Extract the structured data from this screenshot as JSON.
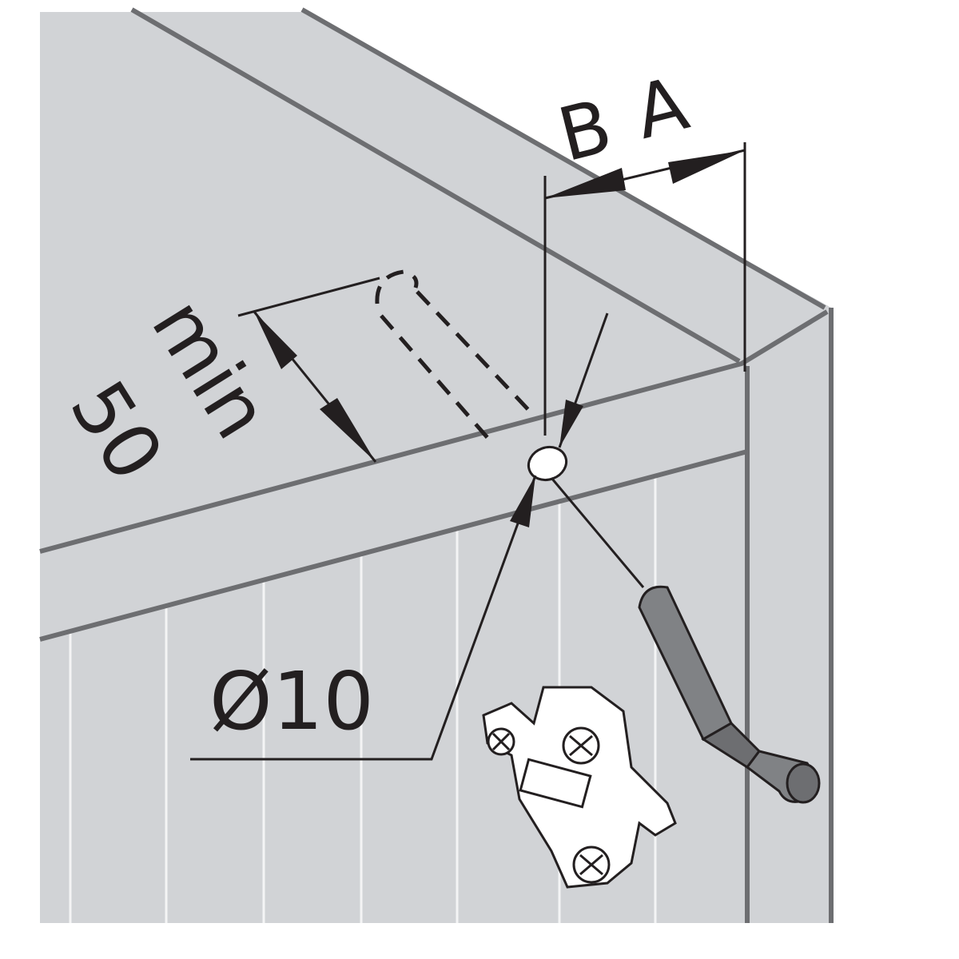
{
  "labels": {
    "dim_b": "B",
    "dim_a": "A",
    "min_label": "min",
    "min_value": "50",
    "diameter": "Ø10"
  },
  "colors": {
    "panel": "#d1d3d6",
    "edge": "#6d6e71",
    "line": "#231f20",
    "part": "#808285"
  }
}
